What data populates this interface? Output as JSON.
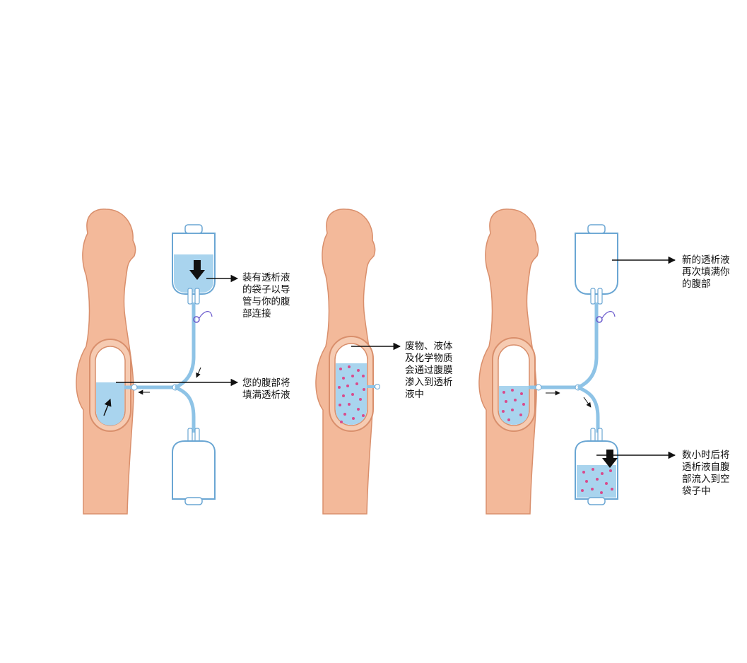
{
  "colors": {
    "skin": "#f3b99a",
    "skin_outline": "#d98f6c",
    "fluid": "#a9d4ee",
    "bag_fill": "#ffffff",
    "bag_outline": "#6aa6d3",
    "tube": "#8ec3e6",
    "waste_dot": "#d94a8c",
    "arrow": "#111111"
  },
  "panels": [
    {
      "label_bag": "装有透析液\n的袋子以导\n管与你的腹\n部连接",
      "label_abdomen": "您的腹部将\n填满透析液"
    },
    {
      "label_exchange": "废物、液体\n及化学物质\n会通过腹膜\n渗入到透析\n液中"
    },
    {
      "label_refill": "新的透析液\n再次填满你\n的腹部",
      "label_drain": "数小时后将\n透析液自腹\n部流入到空\n袋子中"
    }
  ]
}
